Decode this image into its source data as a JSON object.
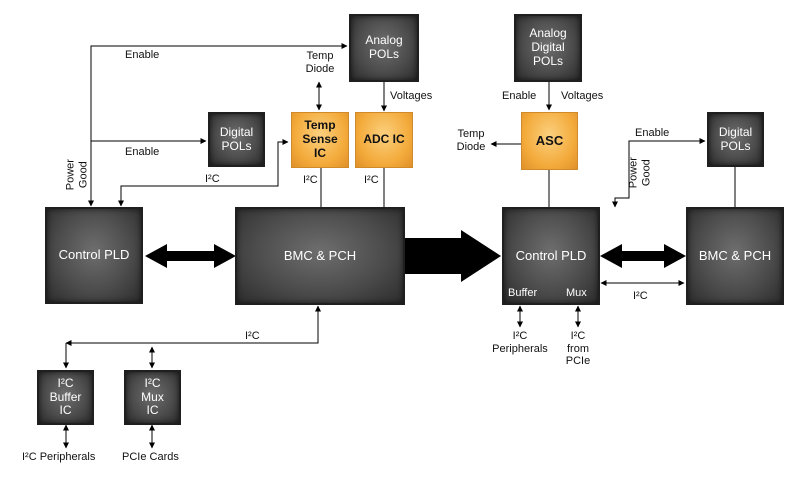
{
  "blocks": {
    "analog_pols_left": "Analog\nPOLs",
    "digital_pols_left": "Digital\nPOLs",
    "temp_sense_ic": "Temp\nSense\nIC",
    "adc_ic": "ADC IC",
    "control_pld_left": "Control PLD",
    "bmc_pch_left": "BMC & PCH",
    "i2c_buffer_ic": "I²C\nBuffer\nIC",
    "i2c_mux_ic": "I²C\nMux\nIC",
    "analog_digital_pols": "Analog\nDigital\nPOLs",
    "asc": "ASC",
    "digital_pols_right": "Digital\nPOLs",
    "control_pld_right": "Control PLD",
    "buffer_port": "Buffer",
    "mux_port": "Mux",
    "bmc_pch_right": "BMC & PCH"
  },
  "labels": {
    "enable_top_left": "Enable",
    "enable_mid_left": "Enable",
    "temp_diode_left": "Temp\nDiode",
    "voltages_left": "Voltages",
    "power_good_left": "Power\nGood",
    "i2c_pld_left": "I²C",
    "i2c_temp": "I²C",
    "i2c_adc": "I²C",
    "i2c_bottom_bus": "I²C",
    "i2c_peripherals_left": "I²C Peripherals",
    "pcie_cards": "PCIe Cards",
    "enable_right_asc": "Enable",
    "voltages_right": "Voltages",
    "temp_diode_right": "Temp\nDiode",
    "enable_right_top": "Enable",
    "power_good_right": "Power\nGood",
    "i2c_right_link": "I²C",
    "i2c_peripherals_right": "I²C\nPeripherals",
    "i2c_from_pcie": "I²C\nfrom\nPCIe"
  }
}
